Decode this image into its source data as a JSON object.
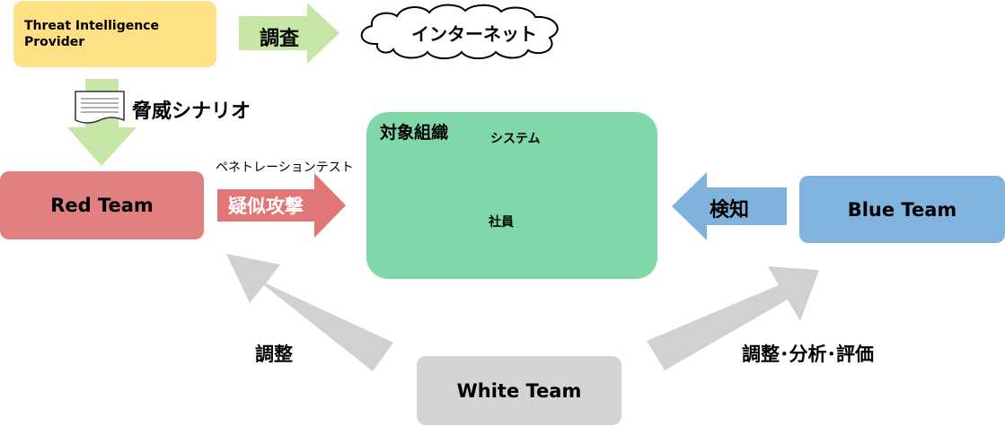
{
  "nodes": {
    "provider": "Threat Intelligence Provider",
    "red_team": "Red Team",
    "blue_team": "Blue Team",
    "white_team": "White Team",
    "internet": "インターネット",
    "target_org": "対象組織",
    "systems": "システム",
    "employees": "社員"
  },
  "arrows": {
    "investigate": "調査",
    "threat_scenario": "脅威シナリオ",
    "pentest": "ペネトレーションテスト",
    "simulated_attack": "疑似攻撃",
    "detection": "検知",
    "coordination": "調整",
    "coord_analysis_eval": "調整･分析･評価"
  },
  "colors": {
    "provider_fill": "#FFE084",
    "red_team_fill": "#E08080",
    "blue_team_fill": "#80B4DE",
    "white_team_fill": "#D4D4D4",
    "target_fill": "#80D8A8",
    "green_arrow": "#C7E6A6",
    "red_arrow": "#E07676",
    "blue_arrow": "#7FB3DD",
    "gray_arrow": "#D1D1D1"
  }
}
